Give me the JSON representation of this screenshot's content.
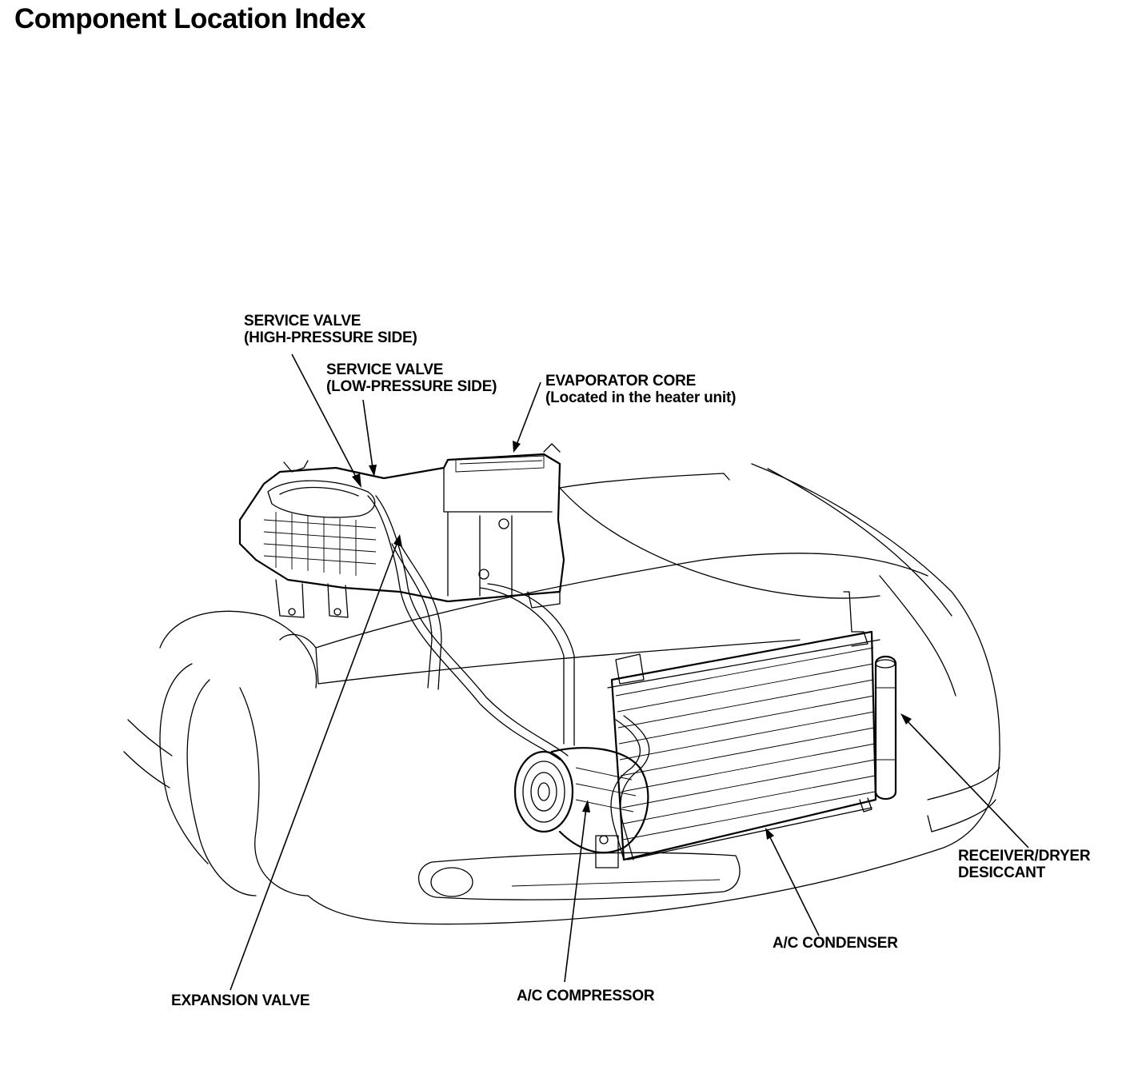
{
  "title": "Component Location Index",
  "labels": {
    "service_valve_high": {
      "line1": "SERVICE VALVE",
      "line2": "(HIGH-PRESSURE SIDE)"
    },
    "service_valve_low": {
      "line1": "SERVICE VALVE",
      "line2": "(LOW-PRESSURE SIDE)"
    },
    "evaporator_core": {
      "line1": "EVAPORATOR CORE",
      "line2": "(Located in the heater unit)"
    },
    "expansion_valve": "EXPANSION VALVE",
    "ac_compressor": "A/C COMPRESSOR",
    "ac_condenser": "A/C CONDENSER",
    "receiver_dryer": {
      "line1": "RECEIVER/DRYER",
      "line2": "DESICCANT"
    }
  }
}
